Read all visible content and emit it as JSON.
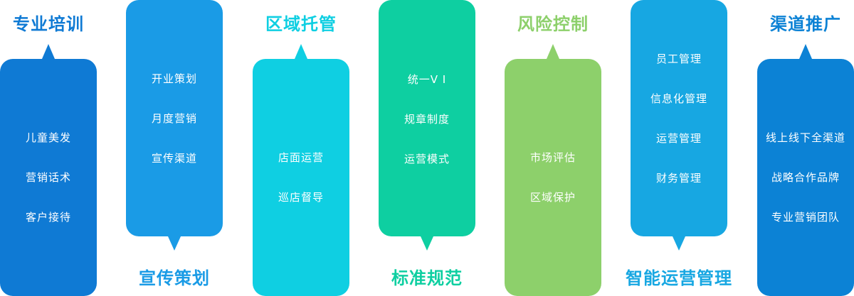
{
  "columns": [
    {
      "title": "专业培训",
      "color": "#0f7ad4",
      "items": [
        "儿童美发",
        "营销话术",
        "客户接待"
      ]
    },
    {
      "title": "宣传策划",
      "color": "#1a9be6",
      "items": [
        "开业策划",
        "月度营销",
        "宣传渠道"
      ]
    },
    {
      "title": "区域托管",
      "color": "#0fcfe2",
      "items": [
        "店面运营",
        "巡店督导"
      ]
    },
    {
      "title": "标准规范",
      "color": "#0ecfa1",
      "items": [
        "统一V I",
        "规章制度",
        "运营模式"
      ]
    },
    {
      "title": "风险控制",
      "color": "#8dd06b",
      "items": [
        "市场评估",
        "区域保护"
      ]
    },
    {
      "title": "智能运营管理",
      "color": "#17a7e2",
      "items": [
        "员工管理",
        "信息化管理",
        "运营管理",
        "财务管理"
      ]
    },
    {
      "title": "渠道推广",
      "color": "#0c82d5",
      "items": [
        "线上线下全渠道",
        "战略合作品牌",
        "专业营销团队"
      ]
    }
  ]
}
